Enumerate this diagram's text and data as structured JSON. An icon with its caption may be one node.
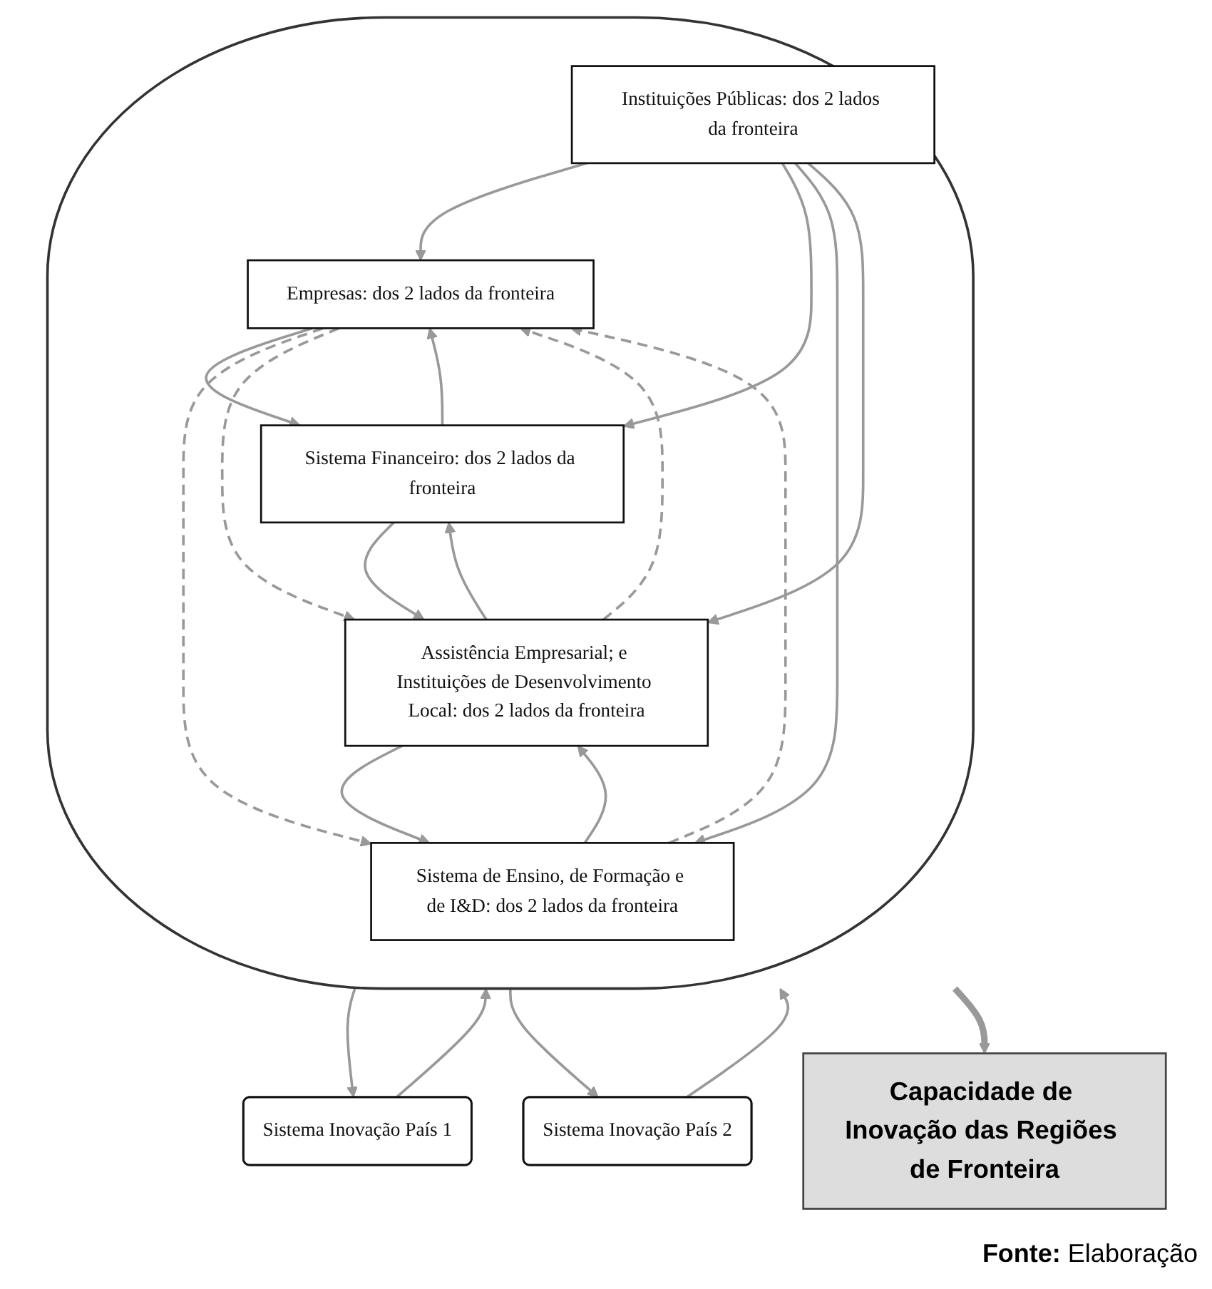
{
  "diagram": {
    "nodes": [
      {
        "text": [],
        "shape": "ellipse"
      },
      {
        "text": [
          "Empresas: dos 2 lados da fronteira"
        ],
        "in": 0
      },
      {
        "text": [
          "Sistema Financeiro: dos 2 lados da fronteira"
        ],
        "in": 0
      },
      {
        "text": [
          "Sistema de Ensino, de Formação e de I&D: dos 2 lados da fronteira"
        ],
        "in": 0
      },
      {
        "text": [
          "Assistência Empresarial; e Instituições de Desenvolvimento Local: dos 2 lados da fronteira"
        ],
        "in": 0
      },
      {
        "text": [
          "Instituições Públicas: dos 2 lados da fronteira"
        ],
        "in": 0
      },
      {
        "text": [
          "Sistema Inovação País 1"
        ]
      },
      {
        "text": [
          "Sistema Inovação País 2"
        ]
      },
      {
        "text": [
          "Capacidade de Inovação das Regiões de Fronteira"
        ]
      }
    ],
    "edges": [
      {
        "from": 2,
        "to": 1,
        "arrow": "to"
      },
      {
        "from": 1,
        "to": 2,
        "arrow": "to"
      },
      {
        "from": 3,
        "to": 1,
        "arrow": "to",
        "style": "dashed"
      },
      {
        "from": 1,
        "to": 3,
        "arrow": "to",
        "style": "dashed"
      },
      {
        "from": 1,
        "to": 4,
        "arrow": "to",
        "style": "dashed"
      },
      {
        "from": 4,
        "to": 1,
        "arrow": "to",
        "style": "dashed"
      },
      {
        "from": 4,
        "to": 2,
        "arrow": "to"
      },
      {
        "from": 2,
        "to": 4,
        "arrow": "to"
      },
      {
        "from": 4,
        "to": 3,
        "arrow": "to"
      },
      {
        "from": 3,
        "to": 4,
        "arrow": "to"
      },
      {
        "from": 5,
        "to": 1,
        "arrow": "to"
      },
      {
        "from": 5,
        "to": 2,
        "arrow": "to"
      },
      {
        "from": 5,
        "to": 3,
        "arrow": "to"
      },
      {
        "from": 5,
        "to": 4,
        "arrow": "to"
      },
      {
        "from": 0,
        "to": 6,
        "arrow": "to"
      },
      {
        "from": 6,
        "to": 0,
        "arrow": "to"
      },
      {
        "from": 7,
        "to": 0,
        "arrow": "to"
      },
      {
        "from": 0,
        "to": 7,
        "arrow": "to"
      },
      {
        "from": 0,
        "to": 8,
        "arrow": "to",
        "style": "thick"
      }
    ],
    "labels": [
      "**Fonte:** Elaboração"
    ]
  }
}
